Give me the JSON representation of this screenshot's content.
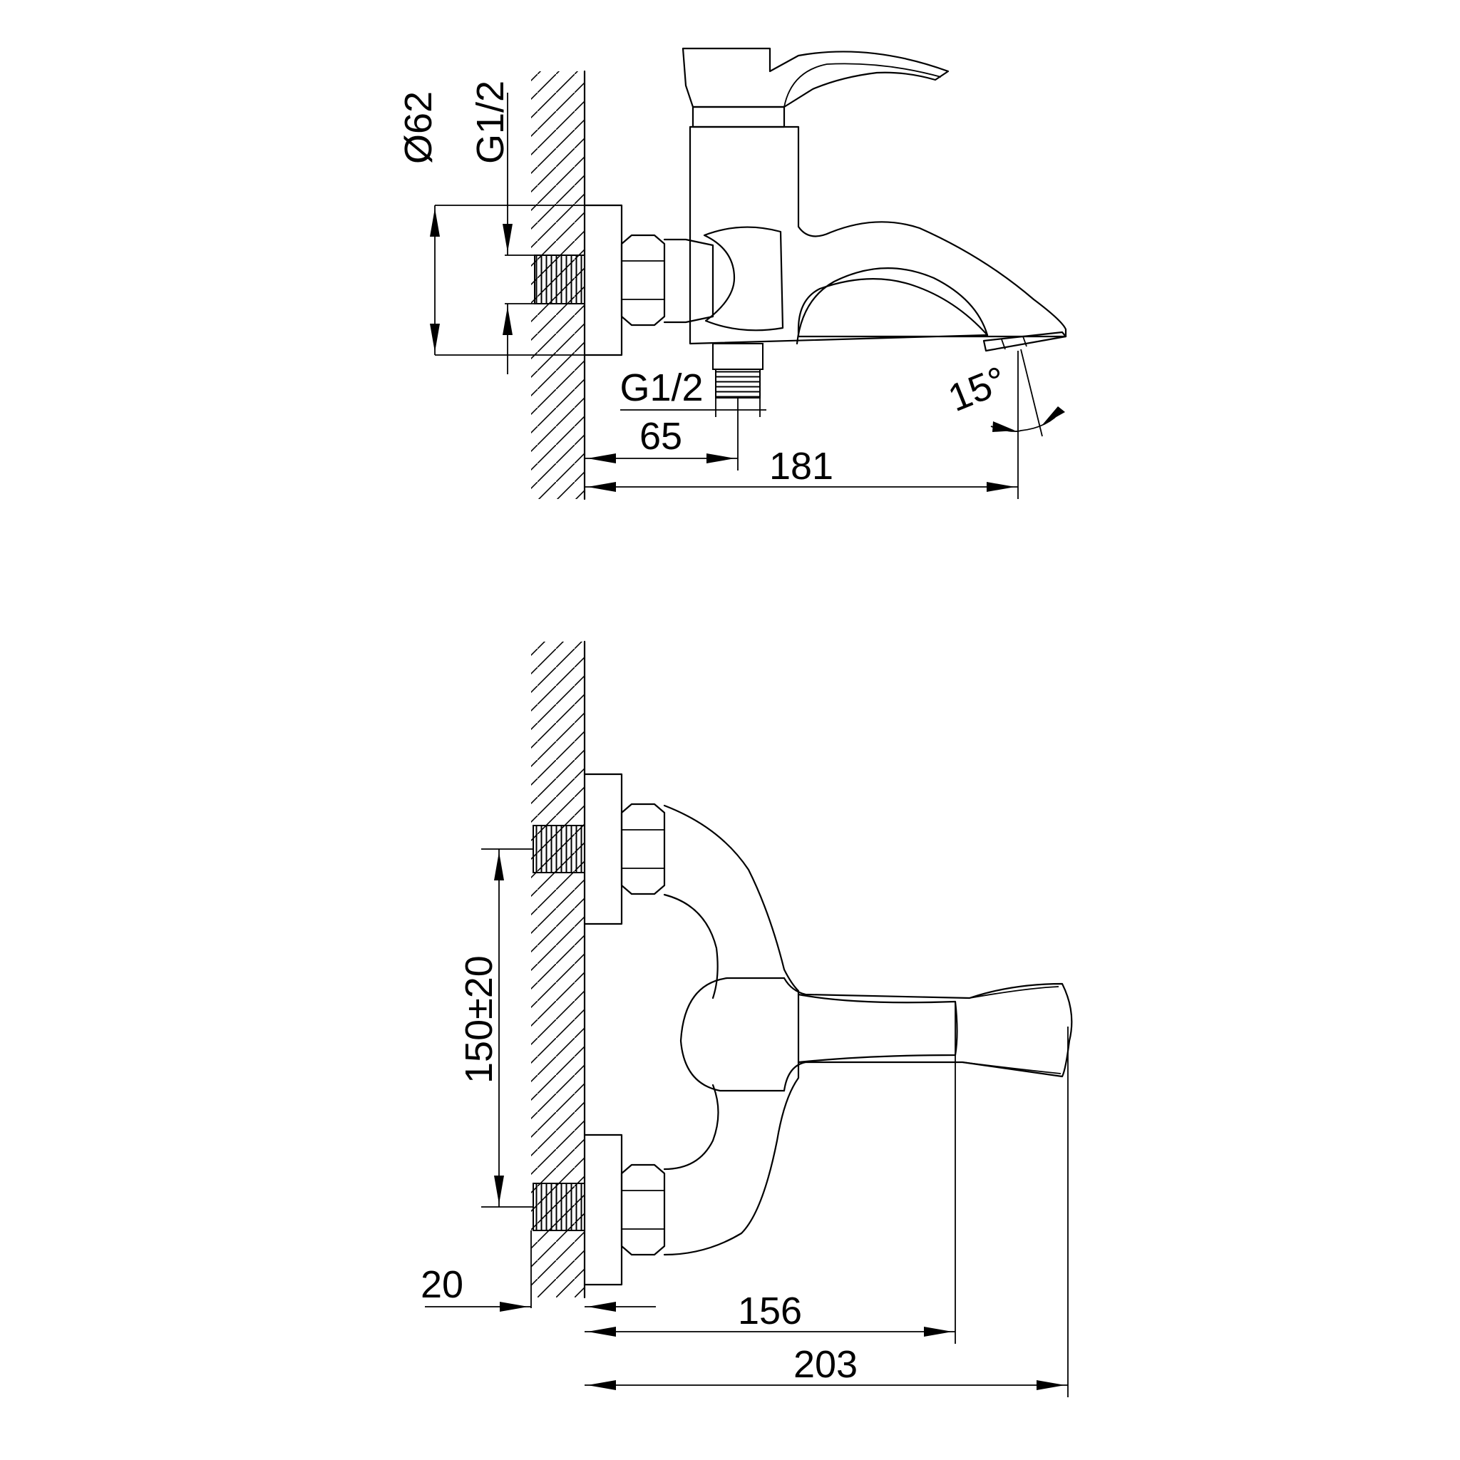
{
  "top_view": {
    "dim_flange_diameter": "Ø62",
    "dim_inlet_thread": "G1/2",
    "dim_outlet_thread": "G1/2",
    "dim_outlet_offset": "65",
    "dim_spout_reach": "181",
    "dim_spout_angle": "15°"
  },
  "front_view": {
    "dim_inlet_spacing": "150±20",
    "dim_thread_length": "20",
    "dim_lever_reach": "156",
    "dim_total_reach": "203"
  }
}
